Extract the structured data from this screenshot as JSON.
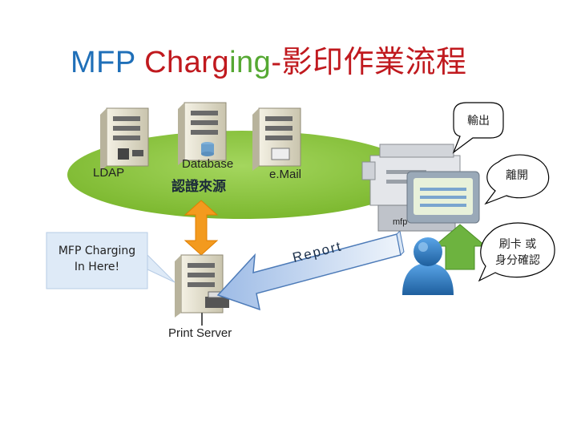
{
  "title": {
    "part_mfp": "MFP",
    "part_charg": "Charg",
    "part_ing": "ing",
    "part_rest": "-影印作業流程"
  },
  "labels": {
    "ldap": "LDAP",
    "database": "Database",
    "auth_source": "認證來源",
    "email": "e.Mail",
    "mfp": "mfp",
    "print_server": "Print Server",
    "report": "Report"
  },
  "callouts": {
    "output": "輸出",
    "leave": "離開",
    "card_line1": "刷卡 或",
    "card_line2": "身分確認",
    "mfp_charging_line1": "MFP Charging",
    "mfp_charging_line2": "In Here!"
  },
  "colors": {
    "title_blue": "#1f6fb8",
    "title_red": "#c0191e",
    "title_green": "#55a832",
    "ellipse_green": "#8cc63f",
    "arrow_orange": "#f39a1e",
    "arrow_green": "#6db33f",
    "report_arrow": "#c9daf0",
    "user_blue": "#2b78c2"
  }
}
